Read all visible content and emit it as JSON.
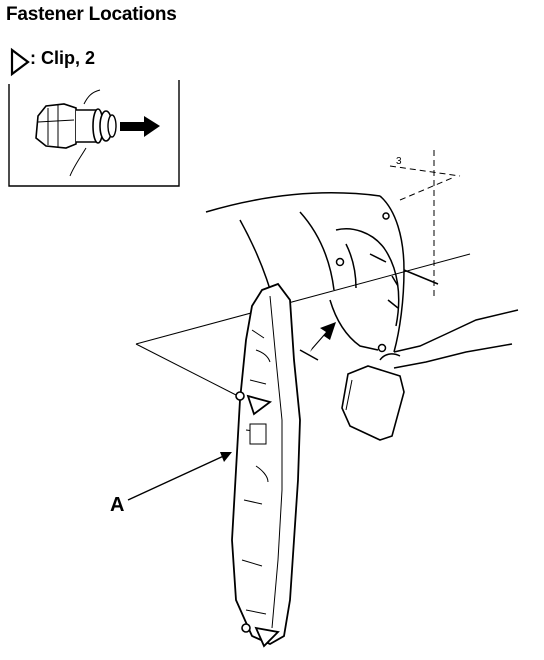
{
  "title": "Fastener Locations",
  "legend": {
    "symbol_icon": "hollow-triangle-right",
    "label": ": Clip, 2"
  },
  "callouts": {
    "part_a": "A"
  }
}
